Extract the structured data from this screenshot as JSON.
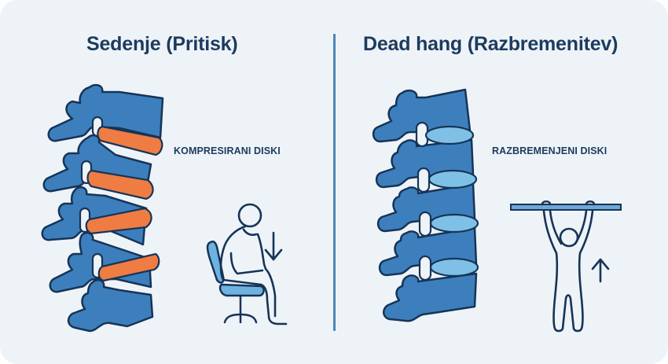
{
  "panels": {
    "left": {
      "title": "Sedenje (Pritisk)",
      "disc_label": "KOMPRESIRANI DISKI",
      "state": "compressed",
      "disc_color": "#ef7c43",
      "illustration": "person-sitting-on-chair",
      "arrow": "arrow-down"
    },
    "right": {
      "title": "Dead hang (Razbremenitev)",
      "disc_label": "RAZBREMENJENI DISKI",
      "state": "decompressed",
      "disc_color": "#7fc1e6",
      "illustration": "person-hanging-from-bar",
      "arrow": "arrow-up"
    }
  },
  "colors": {
    "background": "#eef3f8",
    "vertebra": "#3d7fbd",
    "outline": "#163457",
    "title_text": "#1c3b5e",
    "divider": "#4a86b5"
  }
}
